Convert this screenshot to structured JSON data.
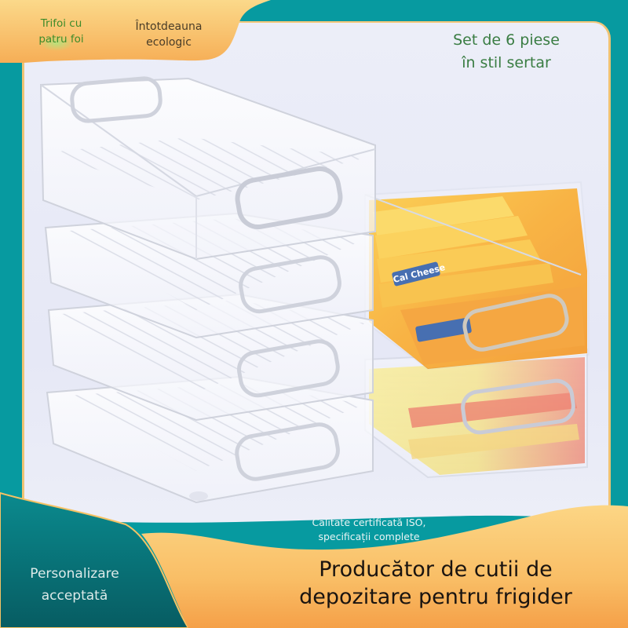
{
  "badges": {
    "clover": "Trifoi cu\npatru foi",
    "clover_line1": "Trifoi cu",
    "clover_line2": "patru foi",
    "eco_line1": "Întotdeauna",
    "eco_line2": "ecologic"
  },
  "set_label": {
    "line1": "Set de 6 piese",
    "line2": "în stil sertar"
  },
  "certification": {
    "line1": "Calitate certificată ISO,",
    "line2": "specificații complete"
  },
  "customization": {
    "line1": "Personalizare",
    "line2": "acceptată"
  },
  "headline": {
    "line1": "Producător de cutii de",
    "line2": "depozitare pentru frigider"
  },
  "product": {
    "description": "Stacked clear plastic fridge storage bins with cut-out handles; two bins filled with Cal Cheese wafer snacks",
    "snack_brand": "Cal Cheese"
  },
  "colors": {
    "teal": "#079aa0",
    "dark_teal": "#0b6a6e",
    "orange": "#f8b35a",
    "light_orange": "#fcd585",
    "panel_bg": "#eceef8",
    "green_text": "#3a7d43"
  }
}
